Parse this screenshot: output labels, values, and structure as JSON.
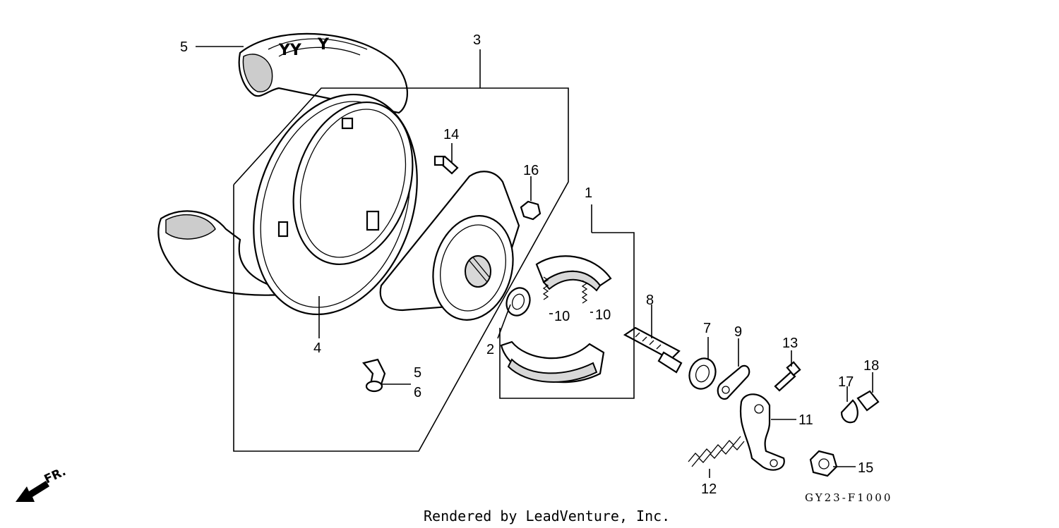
{
  "diagram": {
    "callouts": [
      {
        "id": "1",
        "label": "1"
      },
      {
        "id": "2",
        "label": "2"
      },
      {
        "id": "3",
        "label": "3"
      },
      {
        "id": "4",
        "label": "4"
      },
      {
        "id": "5a",
        "label": "5"
      },
      {
        "id": "5b",
        "label": "5"
      },
      {
        "id": "6",
        "label": "6"
      },
      {
        "id": "7",
        "label": "7"
      },
      {
        "id": "8",
        "label": "8"
      },
      {
        "id": "9",
        "label": "9"
      },
      {
        "id": "10a",
        "label": "10"
      },
      {
        "id": "10b",
        "label": "10"
      },
      {
        "id": "11",
        "label": "11"
      },
      {
        "id": "12",
        "label": "12"
      },
      {
        "id": "13",
        "label": "13"
      },
      {
        "id": "14",
        "label": "14"
      },
      {
        "id": "15",
        "label": "15"
      },
      {
        "id": "16",
        "label": "16"
      },
      {
        "id": "17",
        "label": "17"
      },
      {
        "id": "18",
        "label": "18"
      }
    ],
    "diagram_code": "GY23-F1000",
    "credit": "Rendered by LeadVenture, Inc.",
    "direction_label": "FR."
  }
}
